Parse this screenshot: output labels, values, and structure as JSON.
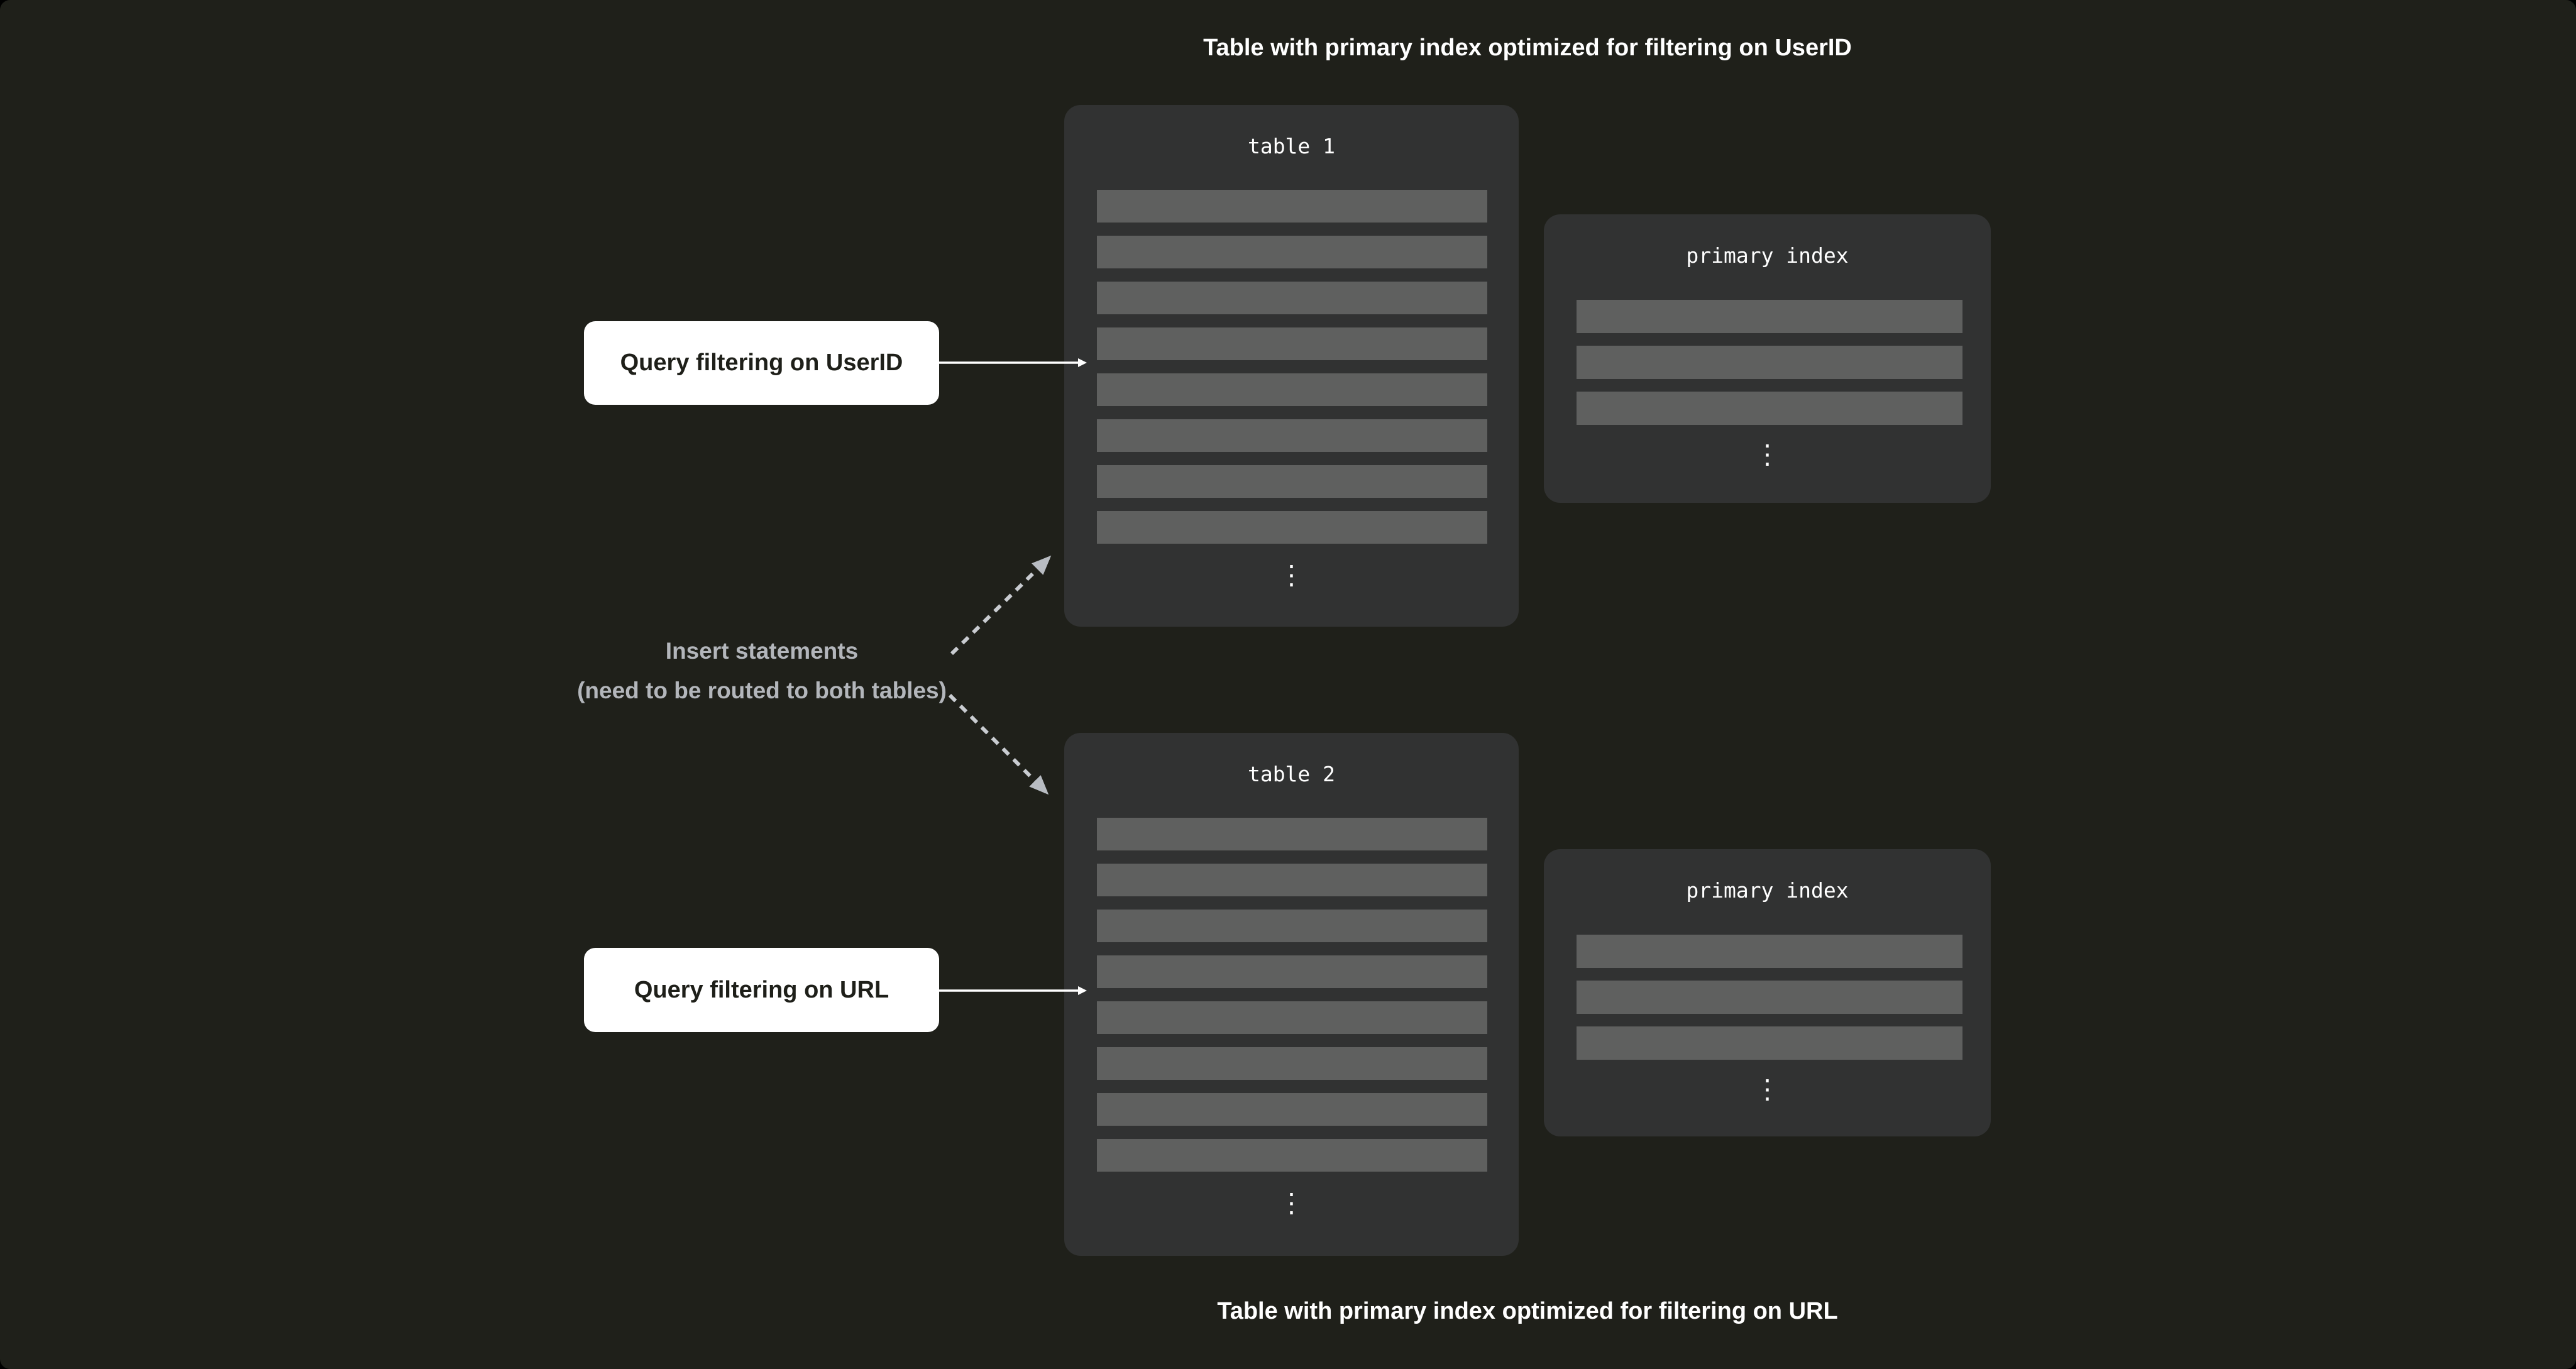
{
  "theme": {
    "background": "#000000",
    "surface": "#1f201a",
    "card": "#313232",
    "row": "#5f605f",
    "title_text": "#ffffff",
    "caption_text": "#ffffff",
    "label_bg": "#ffffff",
    "label_text": "#1e1f19",
    "muted_text": "#b3b6bb",
    "arrow": "#ffffff",
    "dashed_arrow": "#c9ccd1",
    "arrowhead": "#b8bcc2"
  },
  "captions": {
    "top": "Table with primary index optimized for filtering on UserID",
    "bottom": "Table with primary index optimized for filtering on URL"
  },
  "labels": {
    "query_userid": "Query filtering on UserID",
    "query_url": "Query filtering on URL",
    "insert_line1": "Insert statements",
    "insert_line2": "(need to be routed to both tables)"
  },
  "tables": [
    {
      "title": "table 1",
      "rows": 8,
      "ellipsis": "⋮"
    },
    {
      "title": "table 2",
      "rows": 8,
      "ellipsis": "⋮"
    }
  ],
  "indexes": [
    {
      "title": "primary index",
      "rows": 3,
      "ellipsis": "⋮"
    },
    {
      "title": "primary index",
      "rows": 3,
      "ellipsis": "⋮"
    }
  ],
  "icons": {
    "solid_arrow": "right-arrow",
    "dashed_arrow_up": "up-right-dashed-arrow",
    "dashed_arrow_down": "down-right-dashed-arrow"
  }
}
